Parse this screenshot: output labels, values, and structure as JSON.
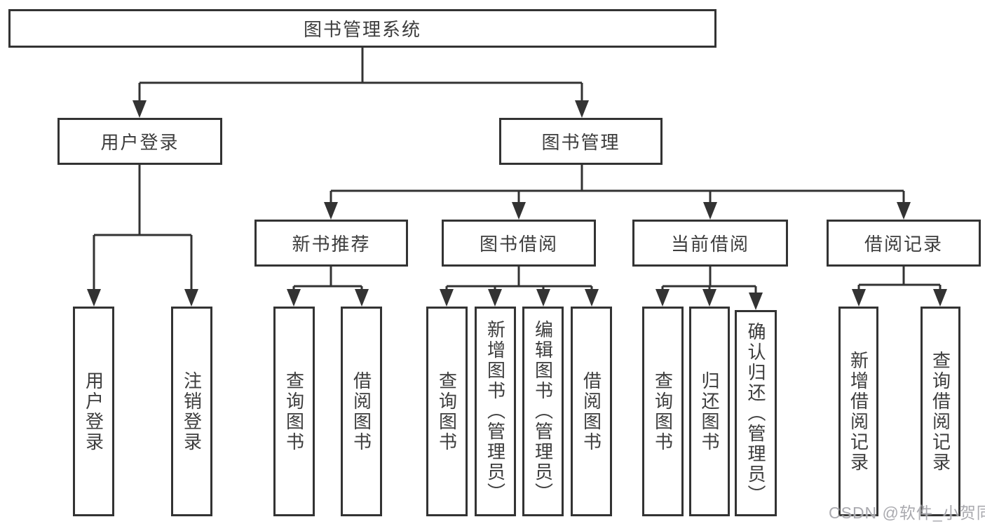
{
  "diagram": {
    "root": {
      "label": "图书管理系统"
    },
    "level2": {
      "user_login": {
        "label": "用户登录"
      },
      "book_management": {
        "label": "图书管理"
      }
    },
    "level3": {
      "new_book_recommend": {
        "label": "新书推荐"
      },
      "book_borrow": {
        "label": "图书借阅"
      },
      "current_borrow": {
        "label": "当前借阅"
      },
      "borrow_records": {
        "label": "借阅记录"
      }
    },
    "leaves": {
      "user_login": [
        "用户登录",
        "注销登录"
      ],
      "new_book_recommend": [
        "查询图书",
        "借阅图书"
      ],
      "book_borrow": [
        "查询图书",
        "新增图书（管理员）",
        "编辑图书（管理员）",
        "借阅图书"
      ],
      "current_borrow": [
        "查询图书",
        "归还图书",
        "确认归还（管理员）"
      ],
      "borrow_records": [
        "新增借阅记录",
        "查询借阅记录"
      ]
    },
    "colors": {
      "line": "#333333",
      "text": "#3d3d3d",
      "background": "#ffffff",
      "watermark": "#a3a3a8"
    }
  },
  "watermark": {
    "text": "CSDN @软件_小贺同学"
  }
}
